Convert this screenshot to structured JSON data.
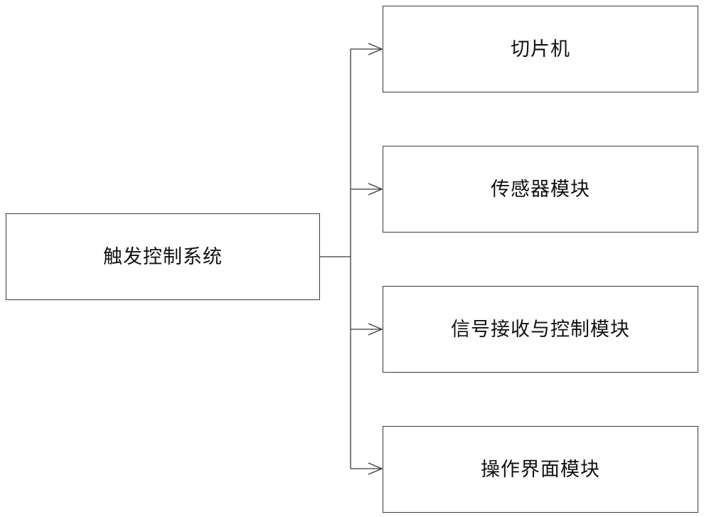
{
  "source": {
    "label": "触发控制系统"
  },
  "targets": [
    {
      "label": "切片机"
    },
    {
      "label": "传感器模块"
    },
    {
      "label": "信号接收与控制模块"
    },
    {
      "label": "操作界面模块"
    }
  ],
  "colors": {
    "line": "#3a3a3a",
    "text": "#111111",
    "background": "#ffffff"
  }
}
